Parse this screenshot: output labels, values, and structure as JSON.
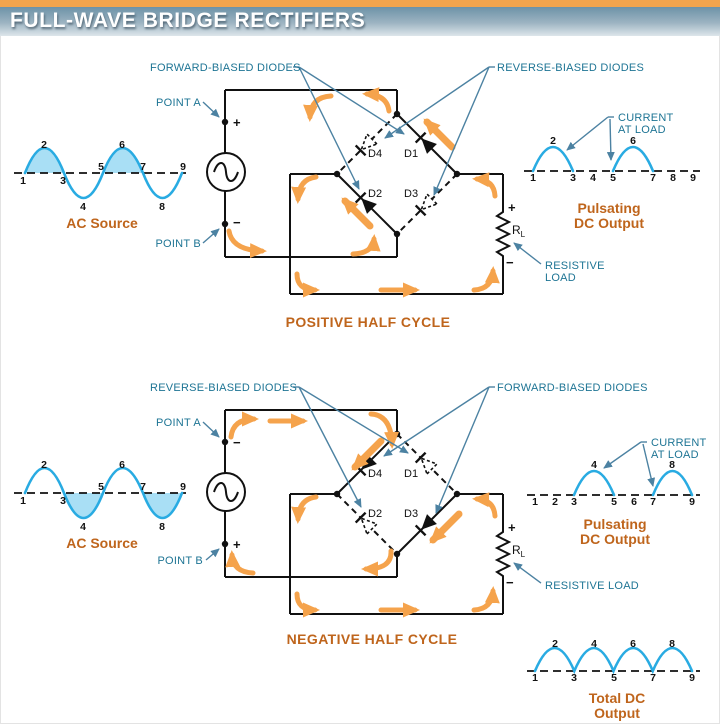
{
  "header": {
    "title": "FULL-WAVE BRIDGE RECTIFIERS"
  },
  "colors": {
    "header_strip": "#F2A44D",
    "wave_blue": "#29ABE2",
    "wave_fill": "#A9DFF5",
    "arrow_orange": "#F5A34C",
    "label_teal": "#1D7494",
    "heading_orange": "#BF651C"
  },
  "positive": {
    "caption": "POSITIVE HALF CYCLE",
    "forward_label": "FORWARD-BIASED DIODES",
    "reverse_label": "REVERSE-BIASED DIODES",
    "point_a": "POINT A",
    "point_b": "POINT B",
    "sign_a": "+",
    "sign_b": "−",
    "diodes": {
      "d1": "D1",
      "d2": "D2",
      "d3": "D3",
      "d4": "D4"
    },
    "load": {
      "r": "R",
      "sub": "L",
      "plus": "+",
      "minus": "−",
      "label_line1": "RESISTIVE",
      "label_line2": "LOAD"
    },
    "ac": {
      "title": "AC Source",
      "numbers": [
        "1",
        "2",
        "3",
        "4",
        "5",
        "6",
        "7",
        "8",
        "9"
      ]
    },
    "output": {
      "current_line1": "CURRENT",
      "current_line2": "AT LOAD",
      "title_line1": "Pulsating",
      "title_line2": "DC Output",
      "peak_numbers": [
        "2",
        "6"
      ],
      "base_numbers": [
        "1",
        "3",
        "4",
        "5",
        "7",
        "8",
        "9"
      ]
    }
  },
  "negative": {
    "caption": "NEGATIVE HALF CYCLE",
    "forward_label": "FORWARD-BIASED DIODES",
    "reverse_label": "REVERSE-BIASED DIODES",
    "point_a": "POINT A",
    "point_b": "POINT B",
    "sign_a": "−",
    "sign_b": "+",
    "diodes": {
      "d1": "D1",
      "d2": "D2",
      "d3": "D3",
      "d4": "D4"
    },
    "load": {
      "r": "R",
      "sub": "L",
      "plus": "+",
      "minus": "−",
      "label": "RESISTIVE LOAD"
    },
    "ac": {
      "title": "AC Source",
      "numbers": [
        "1",
        "2",
        "3",
        "4",
        "5",
        "6",
        "7",
        "8",
        "9"
      ]
    },
    "output": {
      "current_line1": "CURRENT",
      "current_line2": "AT LOAD",
      "title_line1": "Pulsating",
      "title_line2": "DC Output",
      "peak_numbers": [
        "4",
        "8"
      ],
      "base_numbers": [
        "1",
        "2",
        "3",
        "5",
        "6",
        "7",
        "9"
      ]
    }
  },
  "total_output": {
    "title_line1": "Total DC",
    "title_line2": "Output",
    "peak_numbers": [
      "2",
      "4",
      "6",
      "8"
    ],
    "base_numbers": [
      "1",
      "3",
      "5",
      "7",
      "9"
    ]
  }
}
